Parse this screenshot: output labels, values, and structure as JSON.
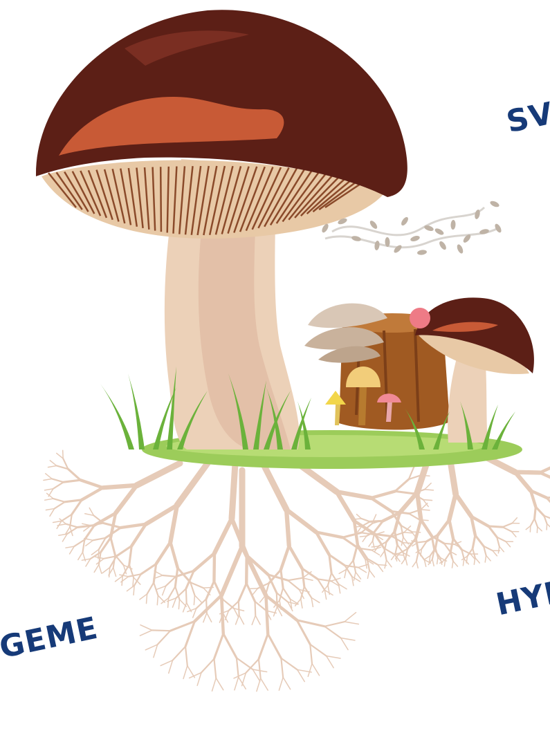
{
  "labels": {
    "spore_label": "SVA",
    "hyphae_label": "HYFI",
    "fruitbody_label": "GEME"
  },
  "colors": {
    "cap_dark": "#5c1f16",
    "cap_highlight": "#c85a36",
    "gills": "#e8c9a6",
    "stem": "#ecd1b8",
    "grass": "#6bb23b",
    "ground": "#9ccc5a",
    "roots": "#e6cbb8",
    "spores": "#bfb3a6",
    "label_text": "#163a78"
  }
}
